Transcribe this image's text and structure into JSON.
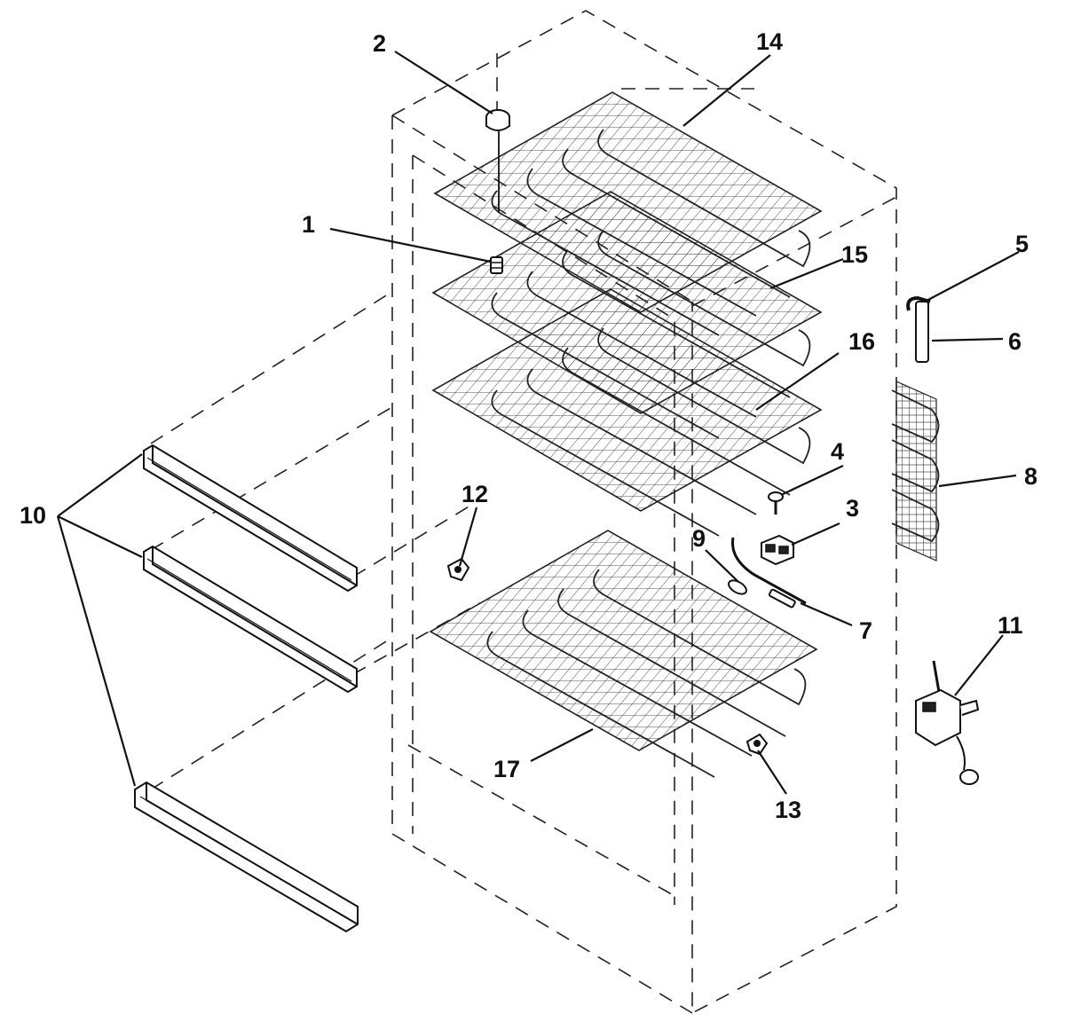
{
  "labels": {
    "l1": "1",
    "l2": "2",
    "l3": "3",
    "l4": "4",
    "l5": "5",
    "l6": "6",
    "l7": "7",
    "l8": "8",
    "l9": "9",
    "l10": "10",
    "l11": "11",
    "l12": "12",
    "l13": "13",
    "l14": "14",
    "l15": "15",
    "l16": "16",
    "l17": "17"
  },
  "colors": {
    "line": "#222222",
    "background": "#ffffff"
  }
}
